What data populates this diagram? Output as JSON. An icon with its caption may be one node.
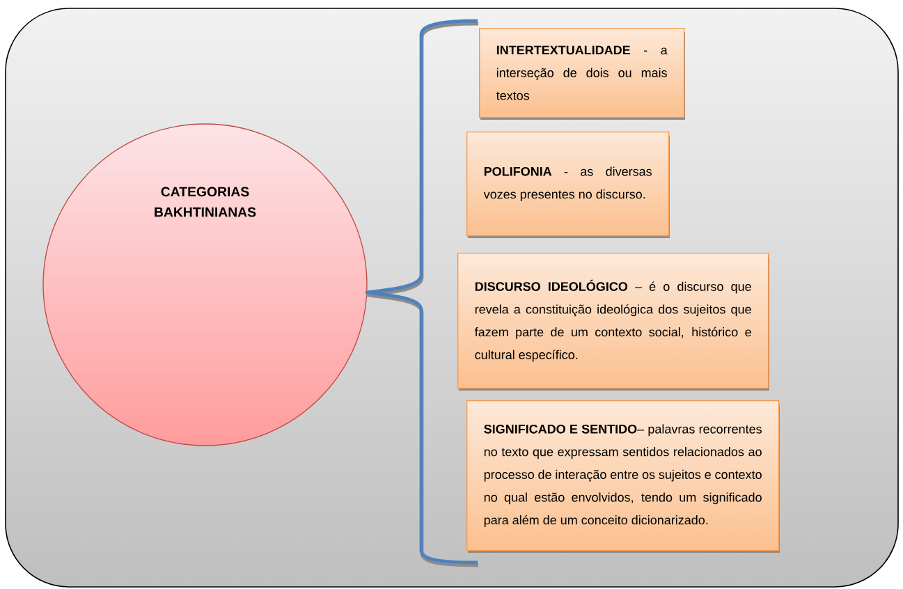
{
  "diagram": {
    "nodes": [
      {
        "text": [],
        "shape": "box"
      },
      {
        "text": [
          "CATEGORIAS BAKHTINIANAS"
        ],
        "in": 0
      },
      {
        "text": [
          "**INTERTEXTUALIDADE** - a interseção de dois ou mais textos"
        ],
        "in": 0
      },
      {
        "text": [
          "**POLIFONIA** - as diversas vozes presentes no discurso."
        ],
        "in": 0
      },
      {
        "text": [
          "**DISCURSO IDEOLÓGICO** – é o discurso que revela a constituição ideológica dos sujeitos que fazem parte de um contexto social, histórico e cultural específico."
        ],
        "in": 0
      },
      {
        "text": [
          "**SIGNIFICADO E SENTIDO**– palavras recorrentes no texto que expressam sentidos relacionados ao processo de interação entre os sujeitos e contexto no qual estão envolvidos, tendo um significado para além de um conceito dicionarizado."
        ],
        "in": 0
      }
    ]
  }
}
